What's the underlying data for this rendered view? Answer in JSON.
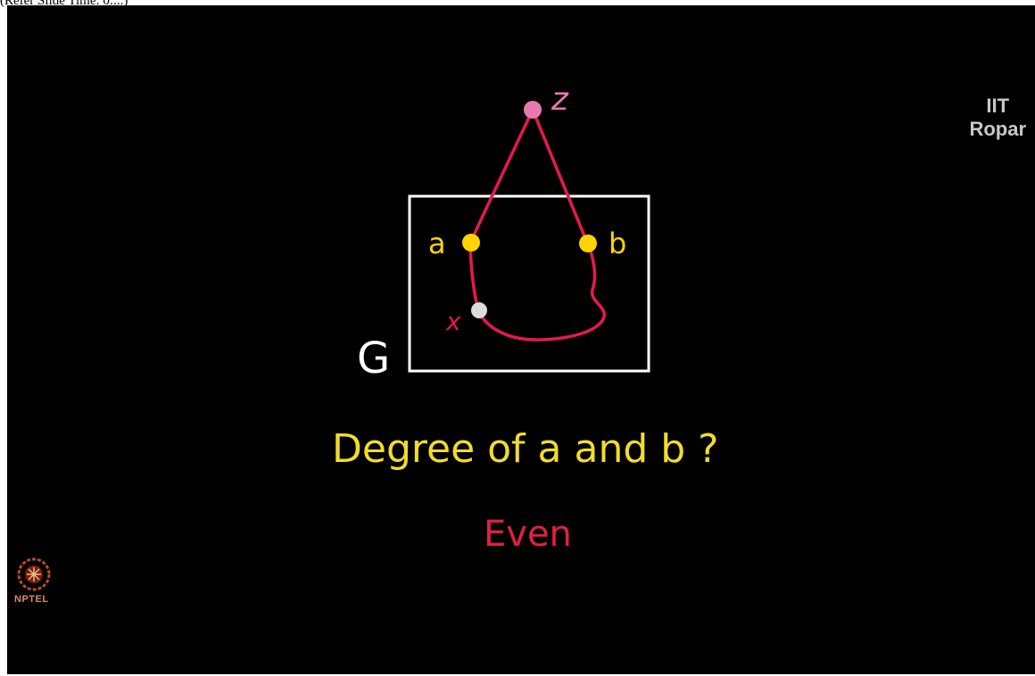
{
  "header_caption": "(Refer Slide Time: 0:...)",
  "watermark": {
    "line1": "IIT",
    "line2": "Ropar"
  },
  "logo": {
    "label": "NPTEL"
  },
  "graph": {
    "label_G": "G",
    "vertex_a": "a",
    "vertex_b": "b",
    "vertex_x": "x",
    "vertex_z": "z"
  },
  "question": "Degree of a and b ?",
  "answer": "Even",
  "colors": {
    "background": "#000000",
    "box": "#ffffff",
    "edge": "#e6194b",
    "vertex_ab": "#ffd400",
    "vertex_z": "#e879b0",
    "vertex_x": "#dcdcdc",
    "question": "#f2dc2a",
    "answer": "#e02040"
  }
}
